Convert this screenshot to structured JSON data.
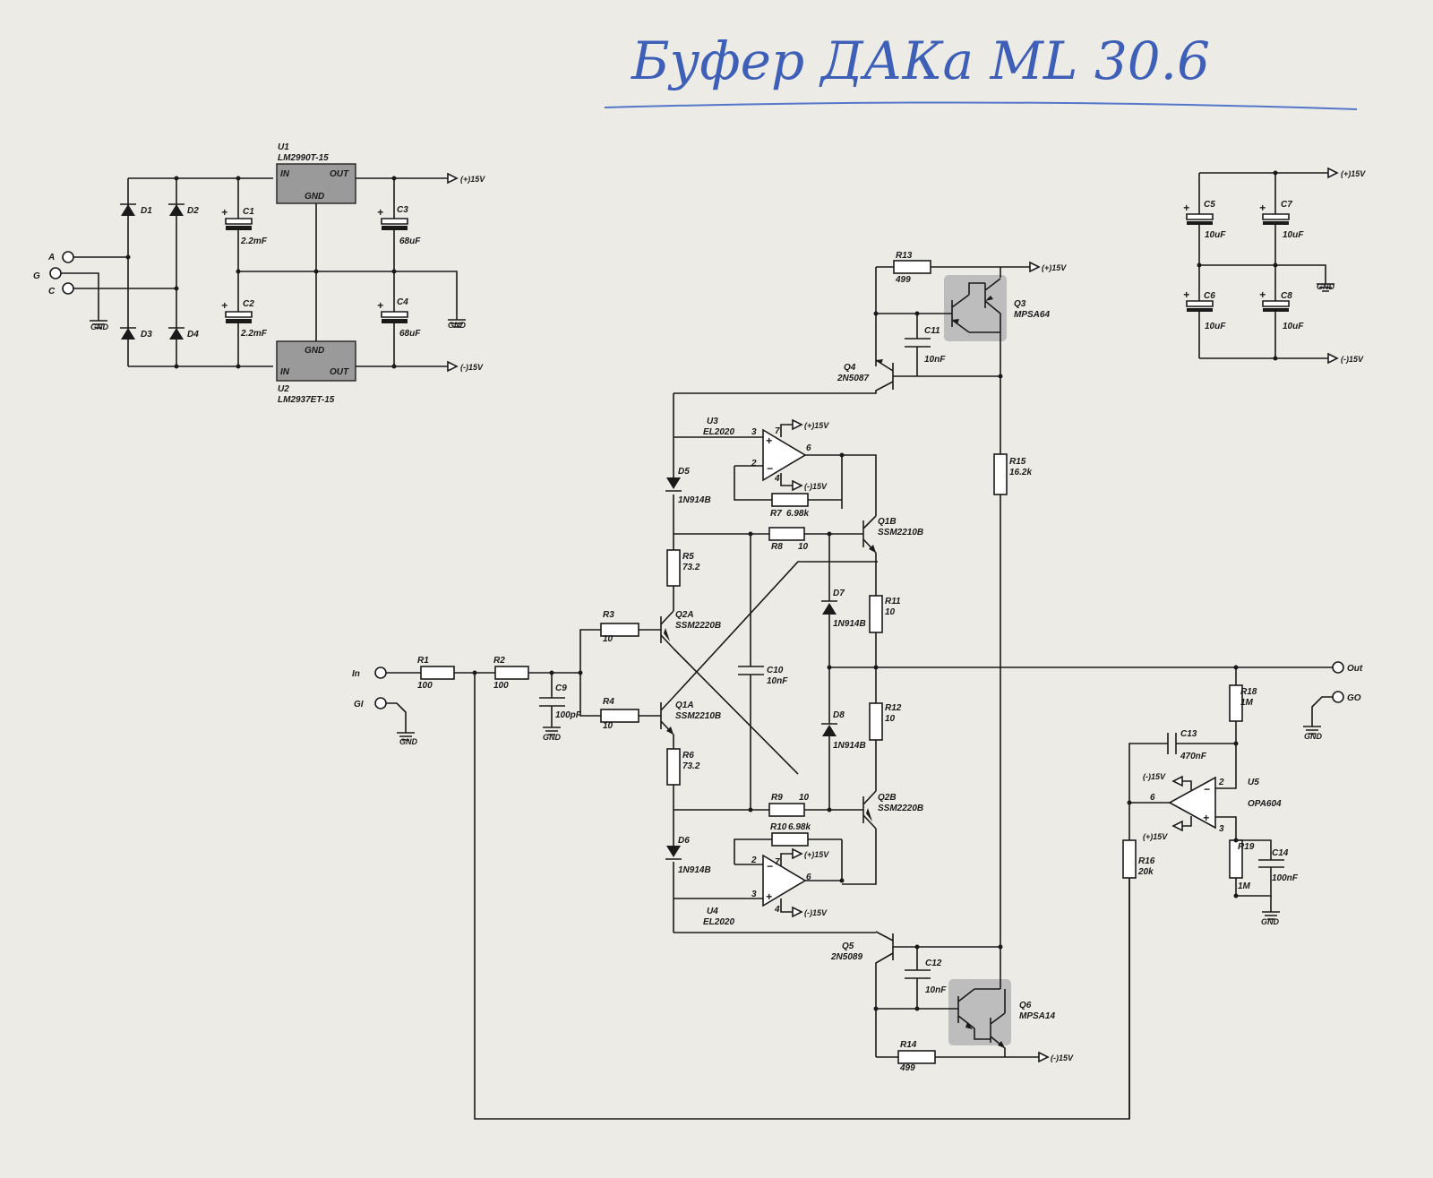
{
  "handwritten_title": "Буфер ДАКа ML 30.6",
  "net_labels": {
    "pos15": "(+)15V",
    "neg15": "(-)15V",
    "gnd": "GND"
  },
  "terminals": {
    "A": "A",
    "G": "G",
    "C": "C",
    "In": "In",
    "GI": "GI",
    "Out": "Out",
    "GO": "GO"
  },
  "ic_pins": {
    "IN": "IN",
    "OUT": "OUT",
    "GND": "GND"
  },
  "components": {
    "U1": {
      "ref": "U1",
      "value": "LM2990T-15"
    },
    "U2": {
      "ref": "U2",
      "value": "LM2937ET-15"
    },
    "U3": {
      "ref": "U3",
      "value": "EL2020"
    },
    "U4": {
      "ref": "U4",
      "value": "EL2020"
    },
    "U5": {
      "ref": "U5",
      "value": "OPA604"
    },
    "D1": {
      "ref": "D1"
    },
    "D2": {
      "ref": "D2"
    },
    "D3": {
      "ref": "D3"
    },
    "D4": {
      "ref": "D4"
    },
    "D5": {
      "ref": "D5",
      "value": "1N914B"
    },
    "D6": {
      "ref": "D6",
      "value": "1N914B"
    },
    "D7": {
      "ref": "D7",
      "value": "1N914B"
    },
    "D8": {
      "ref": "D8",
      "value": "1N914B"
    },
    "C1": {
      "ref": "C1",
      "value": "2.2mF"
    },
    "C2": {
      "ref": "C2",
      "value": "2.2mF"
    },
    "C3": {
      "ref": "C3",
      "value": "68uF"
    },
    "C4": {
      "ref": "C4",
      "value": "68uF"
    },
    "C5": {
      "ref": "C5",
      "value": "10uF"
    },
    "C6": {
      "ref": "C6",
      "value": "10uF"
    },
    "C7": {
      "ref": "C7",
      "value": "10uF"
    },
    "C8": {
      "ref": "C8",
      "value": "10uF"
    },
    "C9": {
      "ref": "C9",
      "value": "100pF"
    },
    "C10": {
      "ref": "C10",
      "value": "10nF"
    },
    "C11": {
      "ref": "C11",
      "value": "10nF"
    },
    "C12": {
      "ref": "C12",
      "value": "10nF"
    },
    "C13": {
      "ref": "C13",
      "value": "470nF"
    },
    "C14": {
      "ref": "C14",
      "value": "100nF"
    },
    "R1": {
      "ref": "R1",
      "value": "100"
    },
    "R2": {
      "ref": "R2",
      "value": "100"
    },
    "R3": {
      "ref": "R3",
      "value": "10"
    },
    "R4": {
      "ref": "R4",
      "value": "10"
    },
    "R5": {
      "ref": "R5",
      "value": "73.2"
    },
    "R6": {
      "ref": "R6",
      "value": "73.2"
    },
    "R7": {
      "ref": "R7",
      "value": "6.98k"
    },
    "R8": {
      "ref": "R8",
      "value": "10"
    },
    "R9": {
      "ref": "R9",
      "value": "10"
    },
    "R10": {
      "ref": "R10",
      "value": "6.98k"
    },
    "R11": {
      "ref": "R11",
      "value": "10"
    },
    "R12": {
      "ref": "R12",
      "value": "10"
    },
    "R13": {
      "ref": "R13",
      "value": "499"
    },
    "R14": {
      "ref": "R14",
      "value": "499"
    },
    "R15": {
      "ref": "R15",
      "value": "16.2k"
    },
    "R16": {
      "ref": "R16",
      "value": "20k"
    },
    "R18": {
      "ref": "R18",
      "value": "1M"
    },
    "R19": {
      "ref": "R19",
      "value": "1M"
    },
    "Q1A": {
      "ref": "Q1A",
      "value": "SSM2210B"
    },
    "Q1B": {
      "ref": "Q1B",
      "value": "SSM2210B"
    },
    "Q2A": {
      "ref": "Q2A",
      "value": "SSM2220B"
    },
    "Q2B": {
      "ref": "Q2B",
      "value": "SSM2220B"
    },
    "Q3": {
      "ref": "Q3",
      "value": "MPSA64"
    },
    "Q4": {
      "ref": "Q4",
      "value": "2N5087"
    },
    "Q5": {
      "ref": "Q5",
      "value": "2N5089"
    },
    "Q6": {
      "ref": "Q6",
      "value": "MPSA14"
    }
  },
  "opamp_pins": {
    "p2": "2",
    "p3": "3",
    "p4": "4",
    "p6": "6",
    "p7": "7"
  }
}
